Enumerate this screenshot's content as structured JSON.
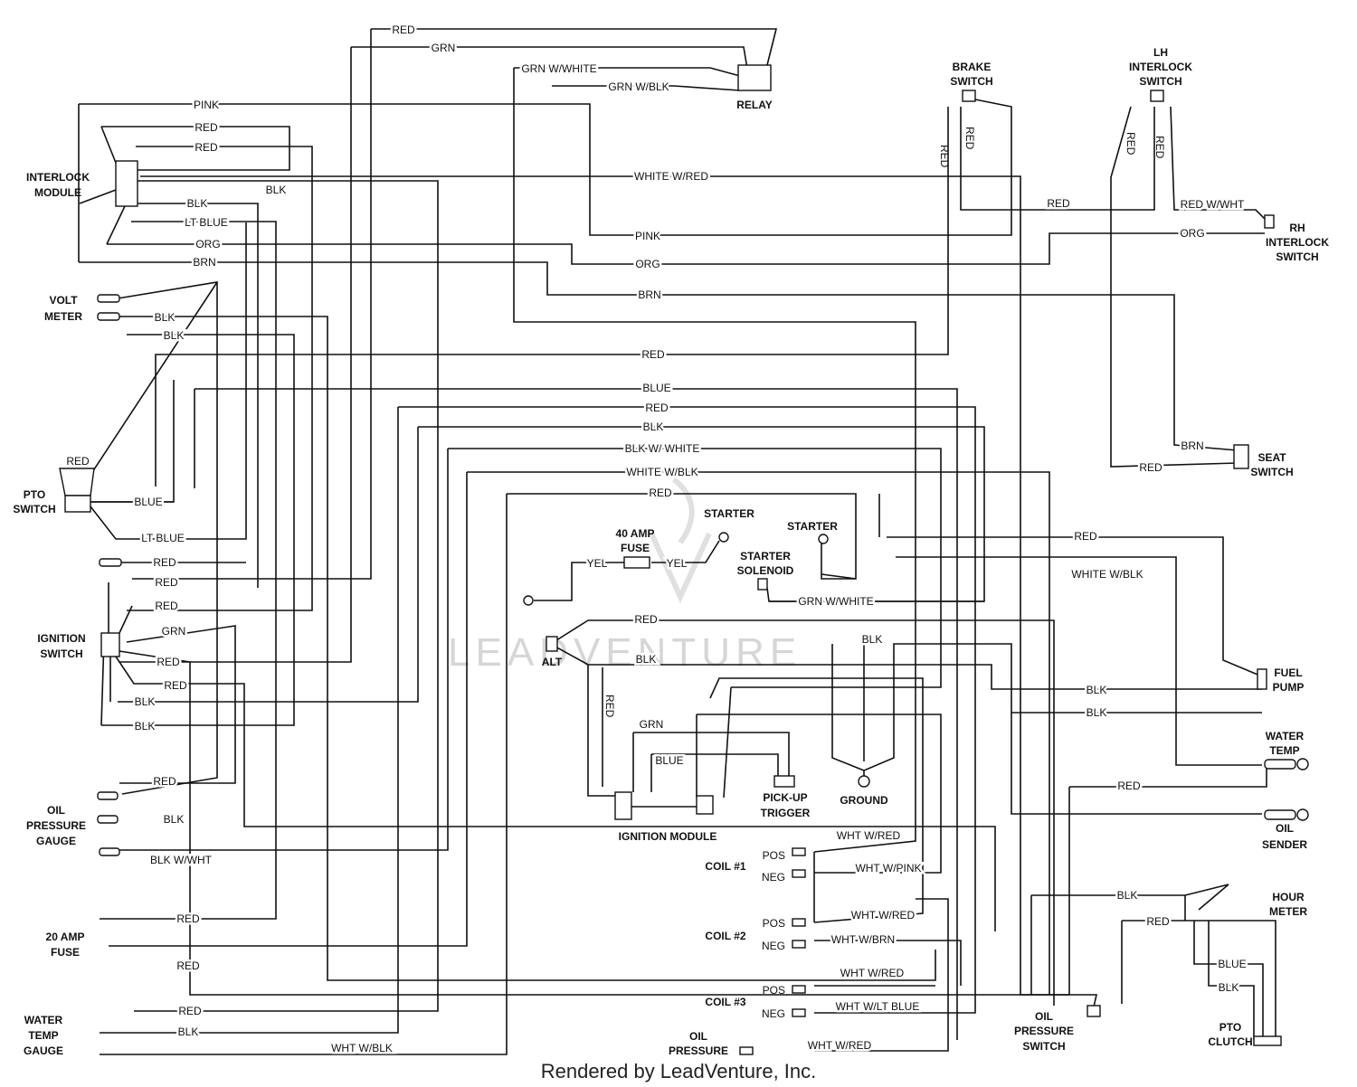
{
  "components": {
    "relay": "RELAY",
    "brake_switch": [
      "BRAKE",
      "SWITCH"
    ],
    "lh_interlock_switch": [
      "LH",
      "INTERLOCK",
      "SWITCH"
    ],
    "rh_interlock_switch": [
      "RH",
      "INTERLOCK",
      "SWITCH"
    ],
    "interlock_module": [
      "INTERLOCK",
      "MODULE"
    ],
    "volt_meter": [
      "VOLT",
      "METER"
    ],
    "pto_switch": [
      "PTO",
      "SWITCH"
    ],
    "ignition_switch": [
      "IGNITION",
      "SWITCH"
    ],
    "oil_pressure_gauge": [
      "OIL",
      "PRESSURE",
      "GAUGE"
    ],
    "amp20_fuse": [
      "20 AMP",
      "FUSE"
    ],
    "water_temp_gauge": [
      "WATER",
      "TEMP",
      "GAUGE"
    ],
    "seat_switch": [
      "SEAT",
      "SWITCH"
    ],
    "starter_top": "STARTER",
    "starter_right": "STARTER",
    "amp40_fuse": [
      "40 AMP",
      "FUSE"
    ],
    "starter_solenoid": [
      "STARTER",
      "SOLENOID"
    ],
    "alt": "ALT",
    "fuel_pump": [
      "FUEL",
      "PUMP"
    ],
    "water_temp": [
      "WATER",
      "TEMP"
    ],
    "oil_sender": [
      "OIL",
      "SENDER"
    ],
    "pickup_trigger": [
      "PICK-UP",
      "TRIGGER"
    ],
    "ground": "GROUND",
    "ignition_module": "IGNITION MODULE",
    "coil1": "COIL #1",
    "coil2": "COIL #2",
    "coil3": "COIL #3",
    "oil_pressure": [
      "OIL",
      "PRESSURE"
    ],
    "hour_meter": [
      "HOUR",
      "METER"
    ],
    "oil_pressure_switch": [
      "OIL",
      "PRESSURE",
      "SWITCH"
    ],
    "pto_clutch": [
      "PTO",
      "CLUTCH"
    ],
    "pos": "POS",
    "neg": "NEG"
  },
  "wire_labels": {
    "red_top": "RED",
    "grn_top": "GRN",
    "grn_w_white_top": "GRN W/WHITE",
    "grn_w_blk_top": "GRN W/BLK",
    "pink_top": "PINK",
    "red_im1": "RED",
    "red_im2": "RED",
    "white_w_red": "WHITE W/RED",
    "blk_im": "BLK",
    "blk_im2": "BLK",
    "lt_blue_im": "LT BLUE",
    "org_im": "ORG",
    "brn_im": "BRN",
    "pink_mid": "PINK",
    "org_mid": "ORG",
    "brn_mid": "BRN",
    "red_brake1": "RED",
    "red_brake2": "RED",
    "red_lh1": "RED",
    "red_lh2": "RED",
    "red_h": "RED",
    "red_w_wht": "RED W/WHT",
    "org_rh": "ORG",
    "blk_vm1": "BLK",
    "blk_vm2": "BLK",
    "red_long": "RED",
    "blue_long": "BLUE",
    "red_long2": "RED",
    "blk_long": "BLK",
    "blk_w_white": "BLK W/ WHITE",
    "white_w_blk": "WHITE W/BLK",
    "red_long3": "RED",
    "brn_seat": "BRN",
    "red_seat": "RED",
    "red_pto": "RED",
    "blue_pto": "BLUE",
    "lt_blue_pto": "LT BLUE",
    "red_ign1": "RED",
    "red_ign2": "RED",
    "red_ign3": "RED",
    "grn_ign": "GRN",
    "red_ign4": "RED",
    "red_ign5": "RED",
    "blk_ign1": "BLK",
    "blk_ign2": "BLK",
    "yel1": "YEL",
    "yel2": "YEL",
    "grn_w_white_sol": "GRN W/WHITE",
    "red_fuel": "RED",
    "white_w_blk_fuel": "WHITE W/BLK",
    "red_alt": "RED",
    "blk_alt": "BLK",
    "blk_ground": "BLK",
    "red_vert": "RED",
    "grn_mod": "GRN",
    "blue_mod": "BLUE",
    "blk_fp1": "BLK",
    "blk_fp2": "BLK",
    "red_wt": "RED",
    "red_opg": "RED",
    "blk_opg": "BLK",
    "blk_w_wht_opg": "BLK W/WHT",
    "red_20a1": "RED",
    "red_20a2": "RED",
    "red_wtg": "RED",
    "blk_wtg": "BLK",
    "wht_w_blk_bottom": "WHT W/BLK",
    "wht_w_red_c1": "WHT W/RED",
    "wht_w_pink": "WHT W/PINK",
    "wht_w_red_c2": "WHT W/RED",
    "wht_w_brn": "WHT W/BRN",
    "wht_w_red_c3": "WHT W/RED",
    "wht_w_lt_blue": "WHT W/LT BLUE",
    "wht_w_red_op": "WHT W/RED",
    "blk_hm": "BLK",
    "red_hm": "RED",
    "blue_pto_c": "BLUE",
    "blk_pto_c": "BLK"
  },
  "watermark": "LEADVENTURE",
  "footer": "Rendered by LeadVenture, Inc."
}
